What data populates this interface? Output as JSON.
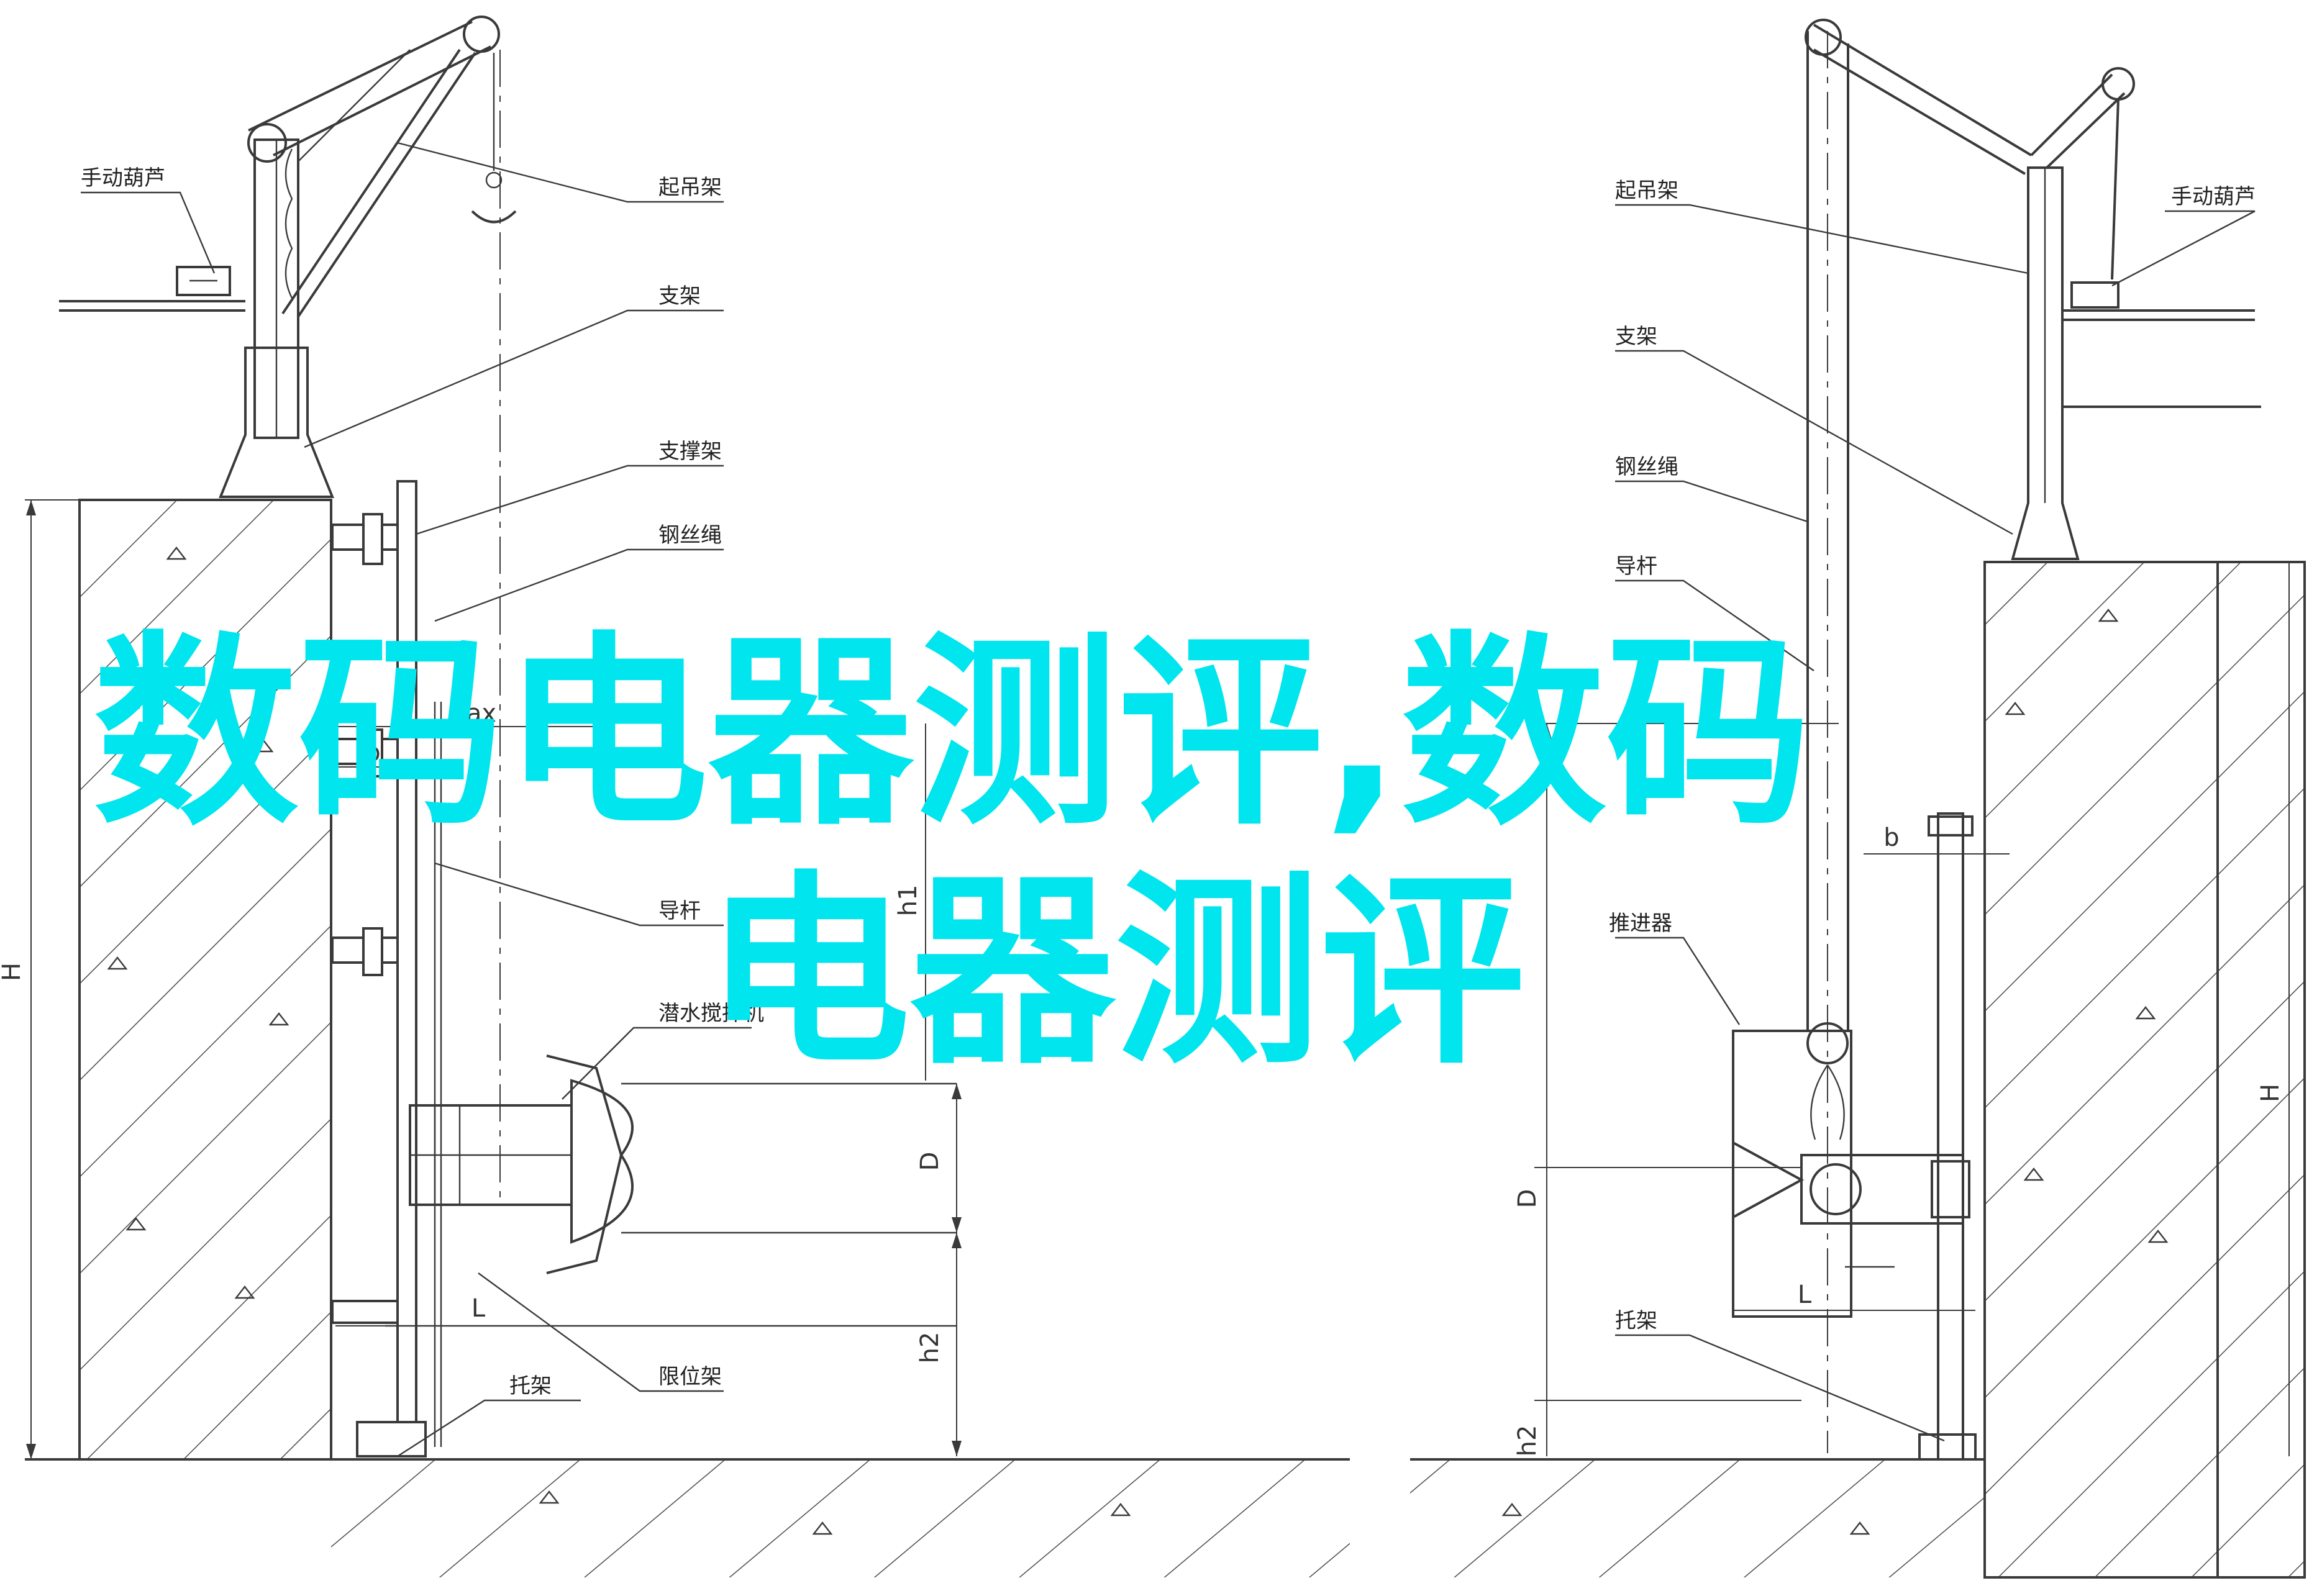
{
  "labels": {
    "left_hoist": "手动葫芦",
    "left_lifting_frame": "起吊架",
    "left_support": "支架",
    "left_brace": "支撑架",
    "left_wire_rope": "钢丝绳",
    "left_guide_rod": "导杆",
    "left_mixer": "潜水搅拌机",
    "left_limit_frame": "限位架",
    "left_bracket": "托架",
    "right_lifting_frame": "起吊架",
    "right_hoist": "手动葫芦",
    "right_support": "支架",
    "right_wire_rope": "钢丝绳",
    "right_guide_rod": "导杆",
    "right_propeller": "推进器",
    "right_bracket": "托架"
  },
  "dimensions": {
    "left_a": "ax",
    "left_b": "b",
    "left_h1": "h1",
    "left_H": "H",
    "left_D": "D",
    "left_L": "L",
    "left_h2": "h2",
    "right_b": "b",
    "right_H": "H",
    "right_D": "D",
    "right_L": "L",
    "right_h2": "h2"
  },
  "watermark": {
    "line1": "数码电器测评,数码",
    "line2": "电器测评"
  },
  "colors": {
    "watermark": "#00e5ee",
    "lines": "#3a3a3a",
    "background": "#ffffff"
  }
}
